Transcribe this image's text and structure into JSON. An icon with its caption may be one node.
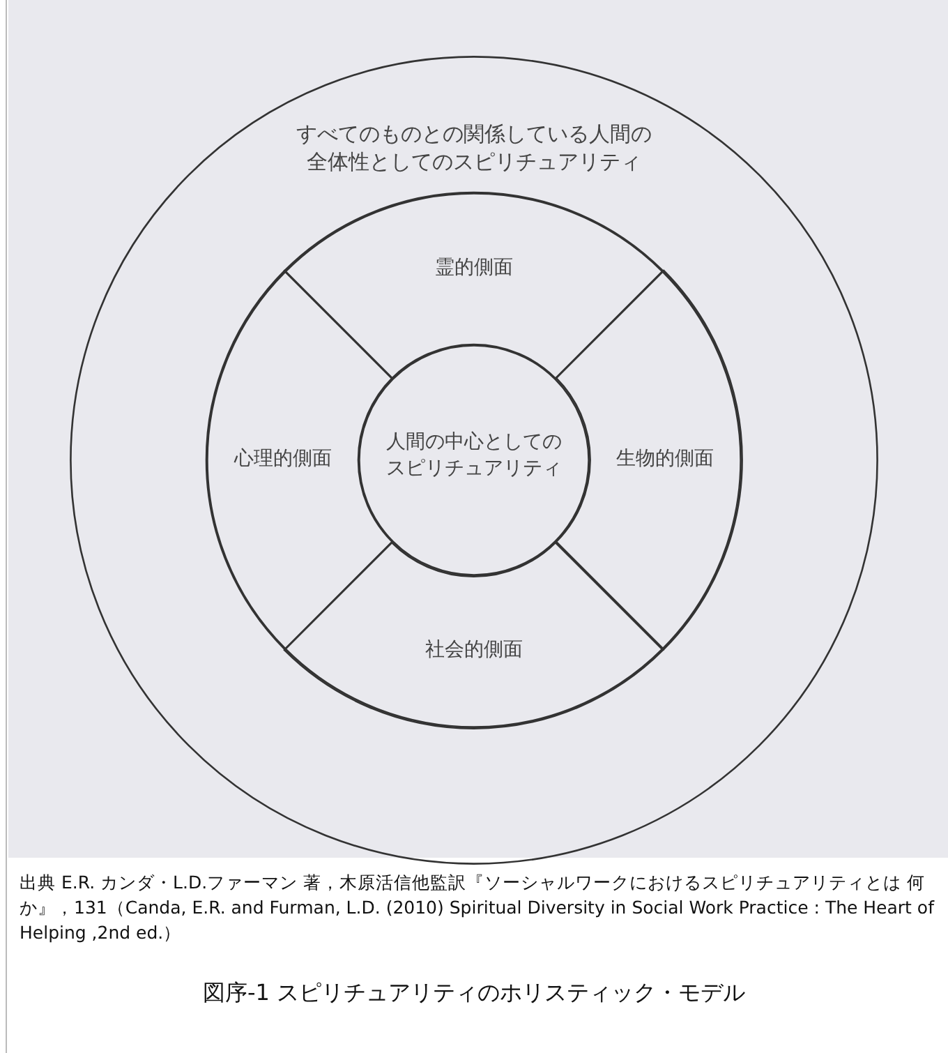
{
  "diagram": {
    "caption": "図序-1 スピリチュアリティのホリスティック・モデル",
    "nodes": [
      {
        "text": [
          "すべてのものとの関係している人間の全体性としてのスピリチュアリティ"
        ]
      },
      {
        "text": [],
        "shape": "circle",
        "in": 0
      },
      {
        "text": [
          "霊的側面"
        ],
        "in": 1
      },
      {
        "text": [
          "心理的側面"
        ],
        "in": 1
      },
      {
        "text": [
          "生物的側面"
        ],
        "in": 1
      },
      {
        "text": [
          "社会的側面"
        ],
        "in": 1
      },
      {
        "text": [
          "人間の中心としてのスピリチュアリティ"
        ],
        "in": 1
      }
    ],
    "labels": [
      "出典 E.R. カンダ・L.D.ファーマン 著，木原活信他監訳『ソーシャルワークにおけるスピリチュアリティとは 何か』，131（Canda, E.R. and Furman, L.D. (2010) Spiritual Diversity in Social Work Practice : The Heart of Helping ,2nd ed.）"
    ]
  }
}
